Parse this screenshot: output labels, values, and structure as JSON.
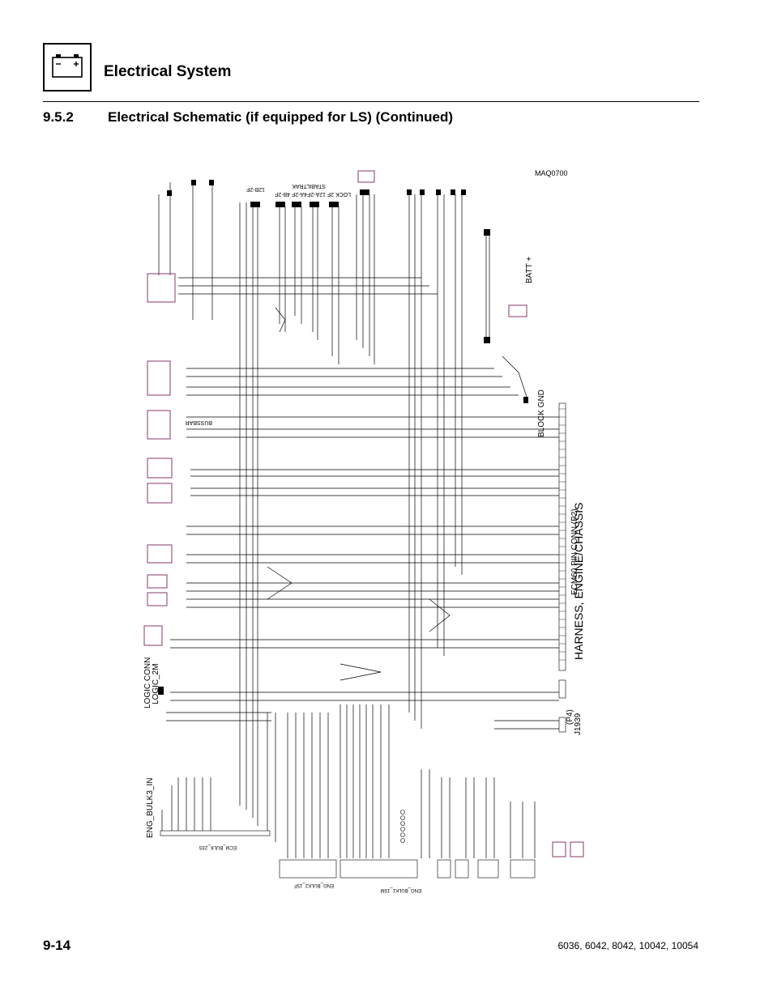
{
  "header": {
    "section_title": "Electrical System",
    "subsection_number": "9.5.2",
    "subsection_title": "Electrical Schematic (if equipped for LS) (Continued)"
  },
  "footer": {
    "page_number": "9-14",
    "models": "6036, 6042, 8042, 10042, 10054"
  },
  "icons": {
    "battery": "battery-icon"
  },
  "diagram": {
    "figure_id": "MAQ0700",
    "labels": {
      "harness": "HARNESS, ENGINE/CHASSIS",
      "ecm60": "ECM60 PIN CONN (P2)",
      "block_gnd": "BLOCK GND",
      "batt": "BATT +",
      "j1939": "J1939",
      "p41": "(P4)",
      "logic_conn": "LOGIC CONN",
      "logic_2m": "LOGIC_2M",
      "eng_bulk3_in": "ENG_BULK3_IN",
      "ecm_bulk_23s": "ECM_BULK_23S",
      "eng_bulk2_15f": "ENG_BULK2_15F",
      "eng_bulk1_15m": "ENG_BULK1_15M",
      "stabiltrak": "STABILTRAK",
      "busbar": "BUSSBAR",
      "lock_2f": "LOCK 2F",
      "c12a_2f": "12A-2F",
      "c4a_2f": "4A-2F",
      "c4b_2f": "4B-2F",
      "c12b_2f": "12B-2F"
    }
  }
}
